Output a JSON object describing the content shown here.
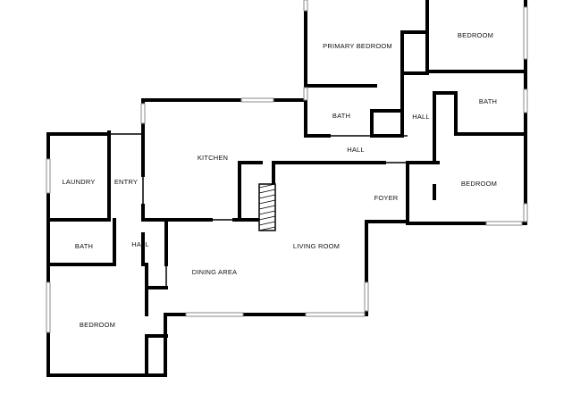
{
  "rooms": {
    "primary_bedroom": "PRIMARY BEDROOM",
    "bedroom_top_right": "BEDROOM",
    "bath_center": "BATH",
    "hall_upper": "HALL",
    "bath_right": "BATH",
    "hall_main": "HALL",
    "kitchen": "KITCHEN",
    "laundry": "LAUNDRY",
    "entry": "ENTRY",
    "foyer": "FOYER",
    "bedroom_right": "BEDROOM",
    "bath_left": "BATH",
    "hall_left": "HALL",
    "living_room": "LIVING ROOM",
    "dining_area": "DINING AREA",
    "bedroom_left": "BEDROOM"
  },
  "colors": {
    "wall": "#000000",
    "window": "#8a8a8a",
    "background": "#ffffff"
  }
}
